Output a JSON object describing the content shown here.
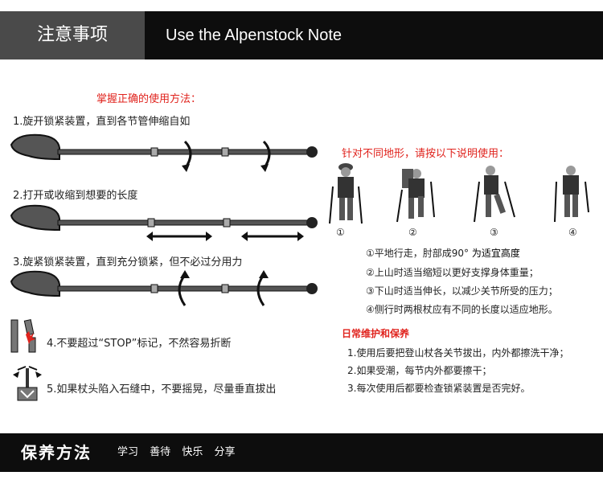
{
  "header": {
    "title_cn": "注意事项",
    "title_en": "Use the Alpenstock Note"
  },
  "left": {
    "heading": "掌握正确的使用方法：",
    "steps": [
      "1.旋开锁紧装置，直到各节管伸缩自如",
      "2.打开或收缩到想要的长度",
      "3.旋紧锁紧装置，直到充分锁紧，但不必过分用力",
      "4.不要超过“STOP”标记，不然容易折断",
      "5.如果杖头陷入石缝中，不要摇晃，尽量垂直拔出"
    ]
  },
  "right": {
    "heading": "针对不同地形，请按以下说明使用：",
    "figure_numbers": [
      "①",
      "②",
      "③",
      "④"
    ],
    "terrain_tips": [
      "①平地行走，肘部成90°",
      "②上山时适当缩短以更好支撑身体重量；",
      "③下山时适当伸长，以减少关节所受的压力；",
      "④侧行时两根杖应有不同的长度以适应地形。"
    ],
    "tip1_suffix": "为适宜高度",
    "care_heading": "日常维护和保养",
    "care_tips": [
      "1.使用后要把登山杖各关节拔出，内外都擦洗干净；",
      "2.如果受潮，每节内外都要擦干；",
      "3.每次使用后都要检查锁紧装置是否完好。"
    ]
  },
  "footer": {
    "title": "保养方法",
    "tags": [
      "学习",
      "善待",
      "快乐",
      "分享"
    ]
  }
}
